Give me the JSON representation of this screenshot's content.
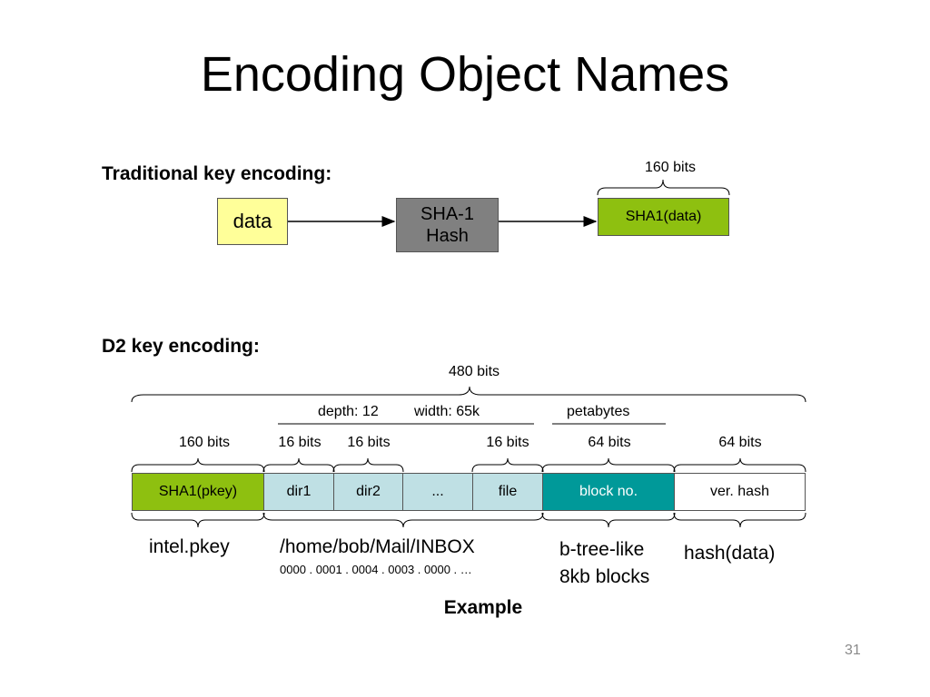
{
  "title": "Encoding Object Names",
  "traditional": {
    "heading": "Traditional key encoding:",
    "data_label": "data",
    "hash_line1": "SHA-1",
    "hash_line2": "Hash",
    "output_label": "SHA1(data)",
    "output_bits": "160 bits"
  },
  "d2": {
    "heading": "D2 key encoding:",
    "total_bits": "480 bits",
    "depth_label": "depth: 12",
    "width_label": "width: 65k",
    "petabytes_label": "petabytes",
    "fields": [
      {
        "label": "SHA1(pkey)",
        "bits": "160 bits"
      },
      {
        "label": "dir1",
        "bits": "16 bits"
      },
      {
        "label": "dir2",
        "bits": "16 bits"
      },
      {
        "label": "...",
        "bits": ""
      },
      {
        "label": "file",
        "bits": "16 bits"
      },
      {
        "label": "block no.",
        "bits": "64 bits"
      },
      {
        "label": "ver. hash",
        "bits": "64 bits"
      }
    ],
    "example": {
      "pkey": "intel.pkey",
      "path": "/home/bob/Mail/INBOX",
      "path_code": "0000 . 0001 . 0004 . 0003 . 0000 . …",
      "btree_line1": "b-tree-like",
      "btree_line2": "8kb blocks",
      "hash": "hash(data)",
      "caption": "Example"
    }
  },
  "slide_number": "31",
  "colors": {
    "yellow": "#ffff99",
    "green": "#8ec010",
    "gray": "#808080",
    "lightblue": "#bfe0e4",
    "teal": "#009999"
  }
}
